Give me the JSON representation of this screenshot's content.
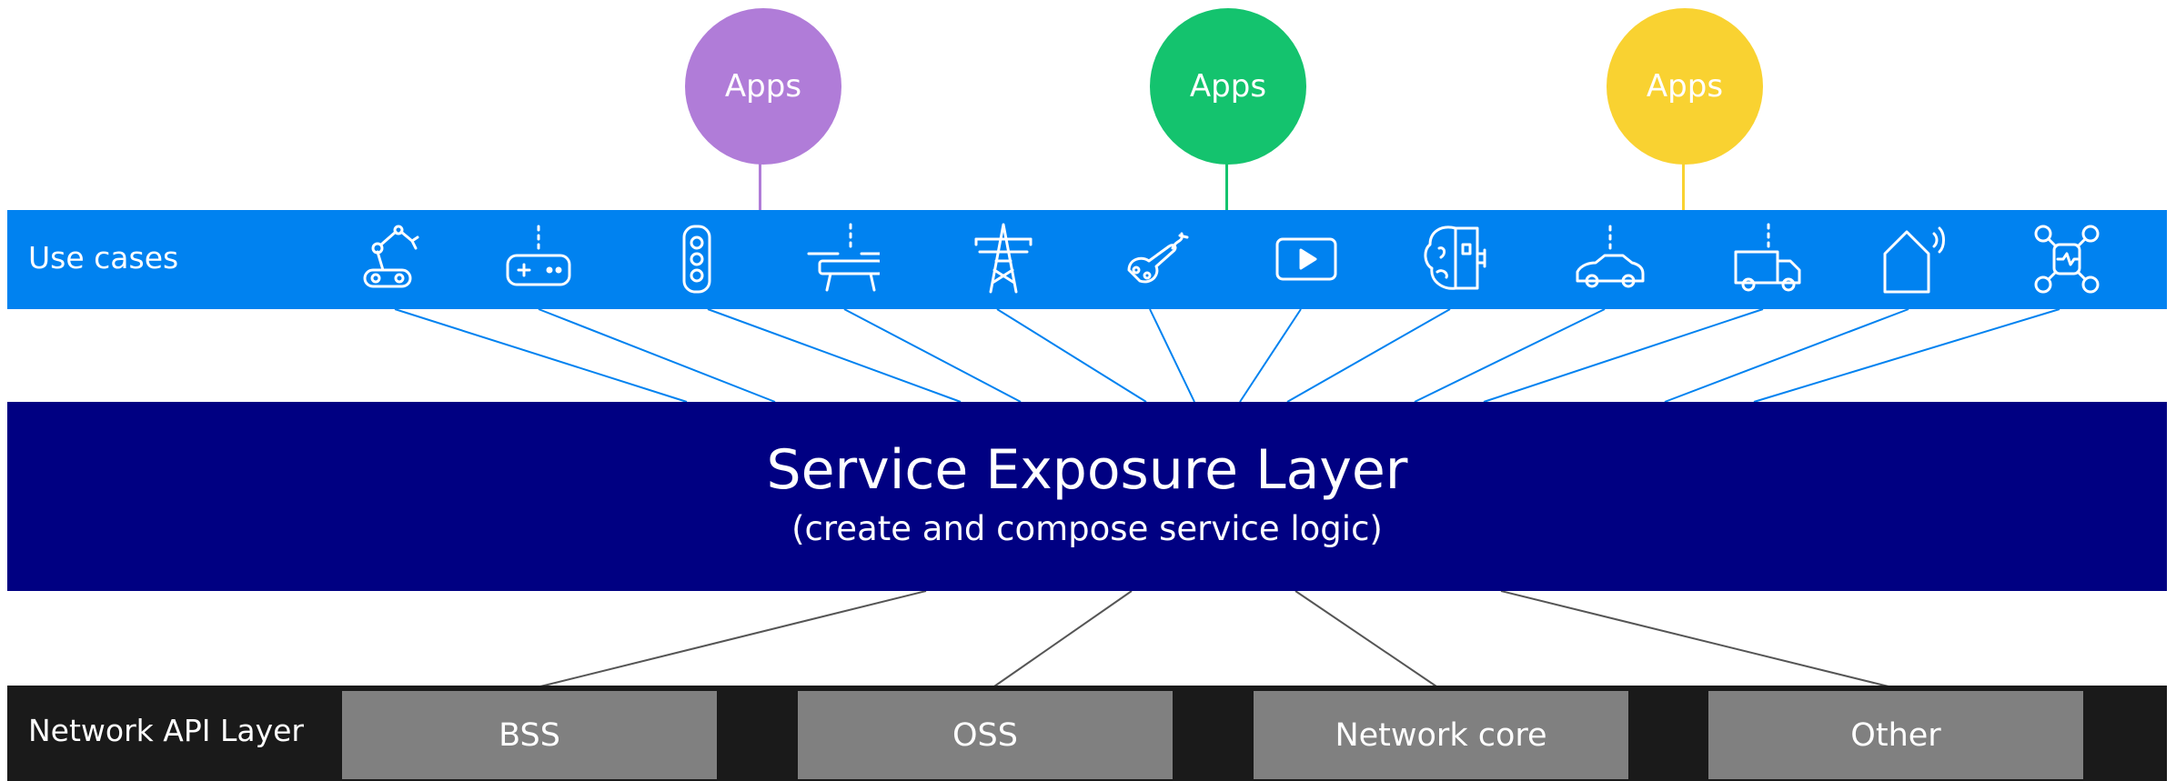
{
  "colors": {
    "app_purple": "#b07cd8",
    "app_green": "#14c36e",
    "app_yellow": "#f9d231",
    "use_cases_band": "#0082f0",
    "service_layer_band": "#000082",
    "api_layer_band": "#1a1a1a",
    "api_box": "#808080"
  },
  "apps": [
    {
      "label": "Apps",
      "color": "#b07cd8"
    },
    {
      "label": "Apps",
      "color": "#14c36e"
    },
    {
      "label": "Apps",
      "color": "#f9d231"
    }
  ],
  "use_cases": {
    "label": "Use cases",
    "icons": [
      "robot-arm-icon",
      "game-controller-icon",
      "traffic-light-icon",
      "drone-icon",
      "power-pylon-icon",
      "surgical-tool-icon",
      "video-play-icon",
      "brain-chip-icon",
      "connected-car-icon",
      "delivery-truck-icon",
      "smart-home-icon",
      "network-nodes-icon"
    ]
  },
  "service_layer": {
    "title": "Service Exposure Layer",
    "subtitle": "(create and compose service logic)"
  },
  "api_layer": {
    "label": "Network API Layer",
    "components": [
      "BSS",
      "OSS",
      "Network core",
      "Other"
    ]
  }
}
